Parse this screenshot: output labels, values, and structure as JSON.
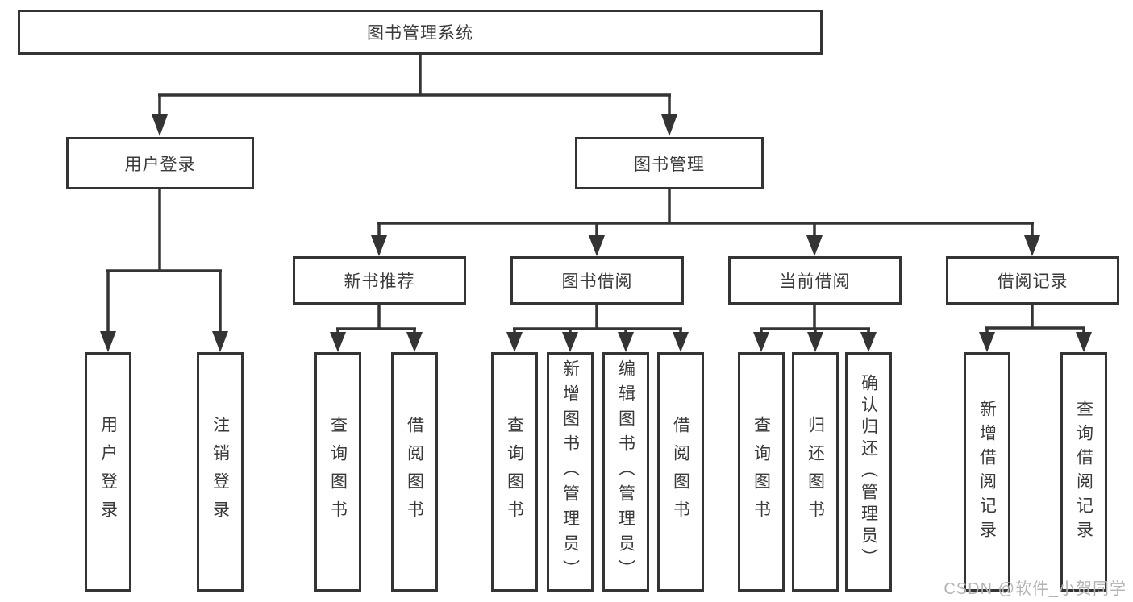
{
  "diagram": {
    "root": {
      "label": "图书管理系统"
    },
    "level2": [
      {
        "label": "用户登录"
      },
      {
        "label": "图书管理"
      }
    ],
    "level3": [
      {
        "label": "新书推荐"
      },
      {
        "label": "图书借阅"
      },
      {
        "label": "当前借阅"
      },
      {
        "label": "借阅记录"
      }
    ],
    "leaves": {
      "user_login": [
        "用户登录",
        "注销登录"
      ],
      "new_book_recommend": [
        "查询图书",
        "借阅图书"
      ],
      "book_borrow": [
        "查询图书",
        "新增图书（管理员）",
        "编辑图书（管理员）",
        "借阅图书"
      ],
      "current_borrow": [
        "查询图书",
        "归还图书",
        "确认归还（管理员）"
      ],
      "borrow_records": [
        "新增借阅记录",
        "查询借阅记录"
      ]
    }
  },
  "watermark": {
    "text": "CSDN @软件_小贺同学"
  },
  "colors": {
    "line": "#343434",
    "box_border": "#343434",
    "text": "#3a3a3a",
    "watermark": "#b4b4b4",
    "background": "#ffffff"
  }
}
